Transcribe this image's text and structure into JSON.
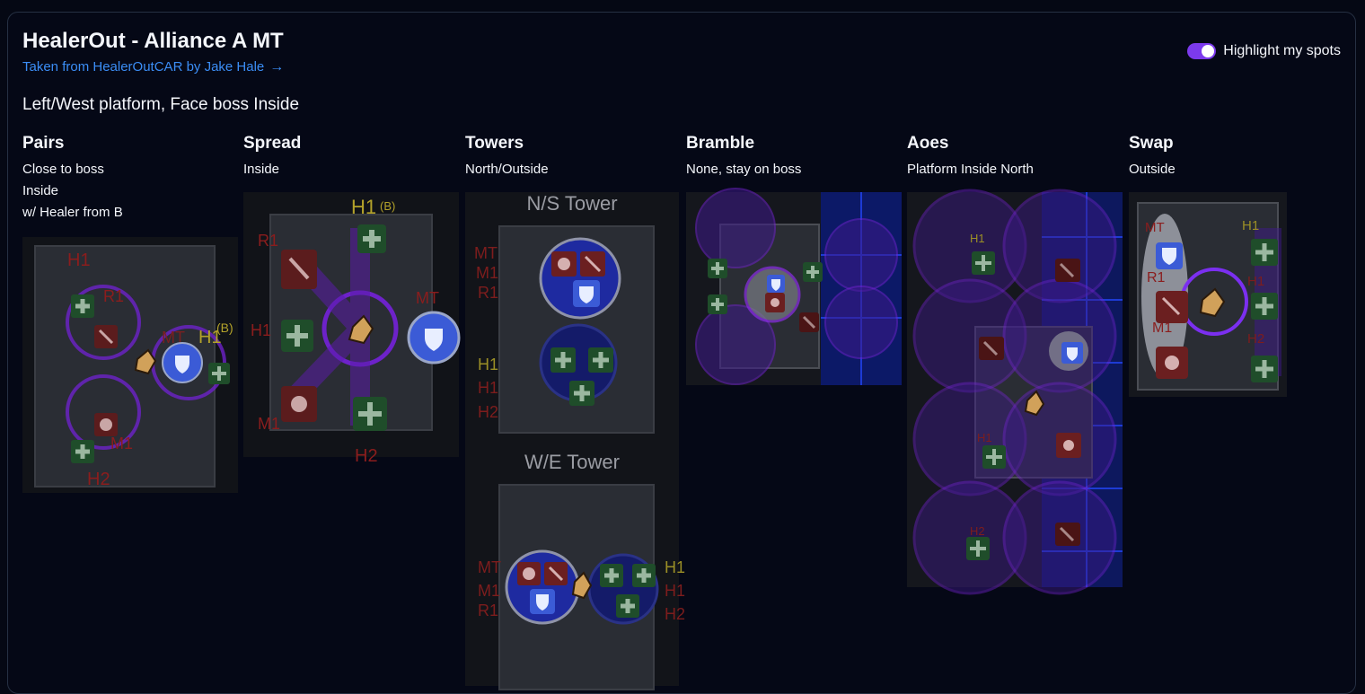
{
  "header": {
    "title": "HealerOut - Alliance A MT",
    "source_link": "Taken from HealerOutCAR by Jake Hale",
    "link_arrow": "→",
    "toggle_label": "Highlight my spots",
    "toggle_on": true,
    "subtitle": "Left/West platform, Face boss Inside"
  },
  "colors": {
    "accent": "#7c3aed",
    "link": "#3b8df5",
    "tank": "#3b5bd6",
    "healer": "#1f4d2a",
    "dps": "#6b1f20",
    "aoe": "#7b2ff0"
  },
  "columns": [
    {
      "title": "Pairs",
      "notes": [
        "Close to boss",
        "Inside",
        "w/ Healer from B"
      ]
    },
    {
      "title": "Spread",
      "notes": [
        "Inside"
      ]
    },
    {
      "title": "Towers",
      "notes": [
        "North/Outside"
      ]
    },
    {
      "title": "Bramble",
      "notes": [
        "None, stay on boss"
      ]
    },
    {
      "title": "Aoes",
      "notes": [
        "Platform Inside North"
      ]
    },
    {
      "title": "Swap",
      "notes": [
        "Outside"
      ]
    }
  ],
  "diagrams": {
    "pairs": {
      "labels": [
        "H1",
        "R1",
        "MT",
        "H1",
        "(B)",
        "M1",
        "H2"
      ]
    },
    "spread": {
      "labels": [
        "H1",
        "(B)",
        "R1",
        "MT",
        "H1",
        "M1",
        "H2"
      ]
    },
    "towers": {
      "ns_title": "N/S Tower",
      "we_title": "W/E Tower",
      "ns_left": [
        "MT",
        "M1",
        "R1"
      ],
      "ns_right": [
        "H1",
        "H1",
        "H2"
      ],
      "we_left": [
        "MT",
        "M1",
        "R1"
      ],
      "we_right": [
        "H1",
        "H1",
        "H2"
      ]
    },
    "aoes": {
      "labels": [
        "H1",
        "H1",
        "H2"
      ]
    },
    "swap": {
      "labels": [
        "MT",
        "R1",
        "M1",
        "H1",
        "H1",
        "H2"
      ]
    }
  },
  "icons": [
    "tank-shield-icon",
    "healer-cross-icon",
    "melee-fist-icon",
    "ranged-arrow-icon",
    "boss-marker-icon"
  ]
}
